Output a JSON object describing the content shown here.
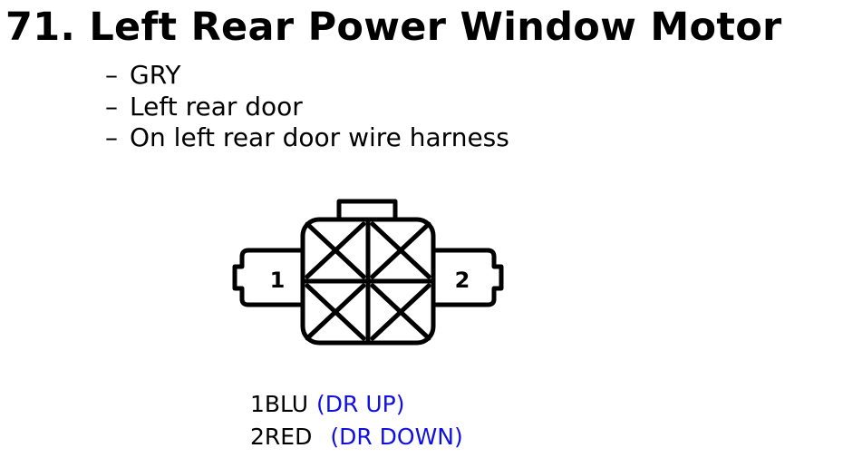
{
  "title": "71. Left Rear Power Window Motor",
  "details": [
    {
      "dash": "–",
      "text": "GRY"
    },
    {
      "dash": "–",
      "text": "Left rear door"
    },
    {
      "dash": "–",
      "text": "On left rear door wire harness"
    }
  ],
  "connector": {
    "pin_labels": [
      "1",
      "2"
    ]
  },
  "pinout": [
    {
      "pin": "1",
      "color": "BLU",
      "function": "(DR UP)"
    },
    {
      "pin": "2",
      "color": "RED",
      "function": "(DR DOWN)"
    }
  ],
  "colors": {
    "text": "#000000",
    "function_text": "#1010e0",
    "background": "#ffffff"
  }
}
